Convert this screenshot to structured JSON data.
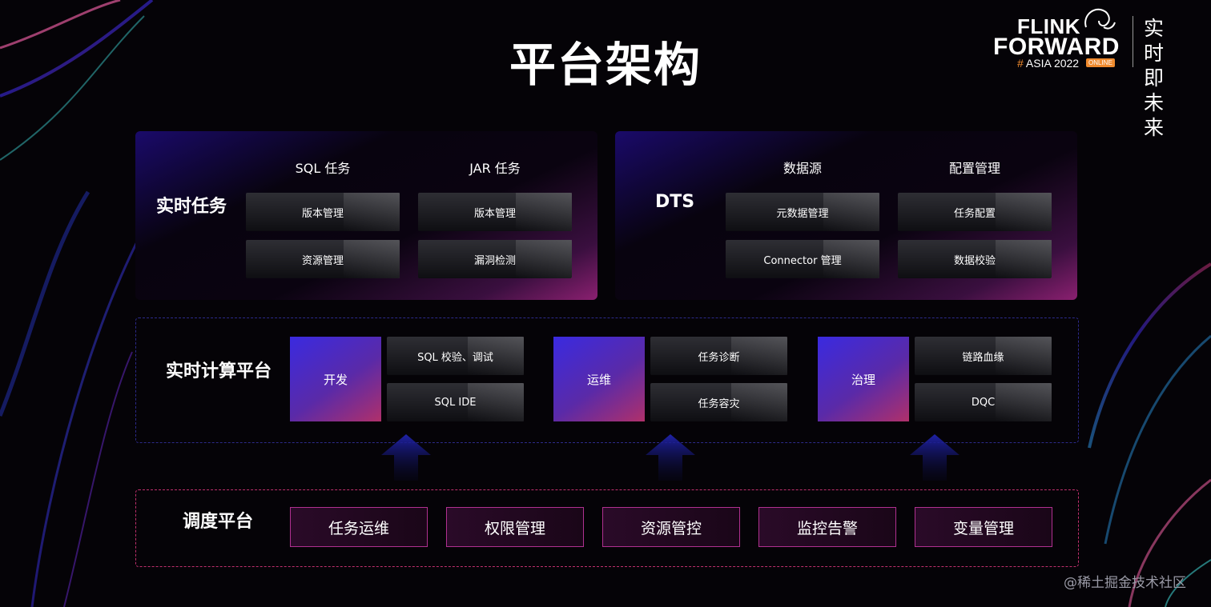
{
  "title": "平台架构",
  "logo": {
    "line1": "FLINK",
    "line2": "FORWARD",
    "hash": "#",
    "edition": "ASIA 2022",
    "badge": "ONLINE",
    "motto": "实时即未来"
  },
  "realtime_tasks": {
    "title": "实时任务",
    "columns": [
      {
        "header": "SQL 任务",
        "items": [
          "版本管理",
          "资源管理"
        ]
      },
      {
        "header": "JAR 任务",
        "items": [
          "版本管理",
          "漏洞检测"
        ]
      }
    ]
  },
  "dts": {
    "title": "DTS",
    "columns": [
      {
        "header": "数据源",
        "items": [
          "元数据管理",
          "Connector 管理"
        ]
      },
      {
        "header": "配置管理",
        "items": [
          "任务配置",
          "数据校验"
        ]
      }
    ]
  },
  "compute_platform": {
    "title": "实时计算平台",
    "modules": [
      {
        "label": "开发",
        "items": [
          "SQL 校验、调试",
          "SQL IDE"
        ]
      },
      {
        "label": "运维",
        "items": [
          "任务诊断",
          "任务容灾"
        ]
      },
      {
        "label": "治理",
        "items": [
          "链路血缘",
          "DQC"
        ]
      }
    ]
  },
  "scheduling_platform": {
    "title": "调度平台",
    "items": [
      "任务运维",
      "权限管理",
      "资源管控",
      "监控告警",
      "变量管理"
    ]
  },
  "watermark": "@稀土掘金技术社区",
  "colors": {
    "accent_blue": "#3a2ae0",
    "accent_pink": "#b0306a",
    "dashed_pink": "#c0306e",
    "logo_orange": "#ef8a2e"
  }
}
